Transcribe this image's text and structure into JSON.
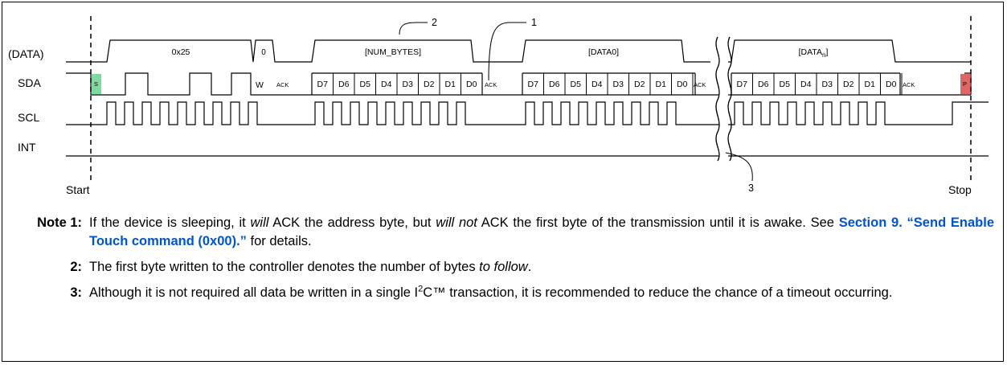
{
  "signals": {
    "data": "(DATA)",
    "sda": "SDA",
    "scl": "SCL",
    "int": "INT"
  },
  "markers": {
    "start": "Start",
    "stop": "Stop",
    "s": "S",
    "p": "P"
  },
  "data_boxes": {
    "address": "0x25",
    "rw_bit": "0",
    "num_bytes": "[NUM_BYTES]",
    "data0": "[DATA0]",
    "datan_base": "[DATA",
    "datan_sub": "n",
    "datan_close": "]"
  },
  "sda_labels": {
    "w": "W",
    "ack": "ACK"
  },
  "bits": [
    "D7",
    "D6",
    "D5",
    "D4",
    "D3",
    "D2",
    "D1",
    "D0"
  ],
  "callouts": {
    "c1": "1",
    "c2": "2",
    "c3": "3"
  },
  "colors": {
    "start_marker": "#7fd9a0",
    "stop_marker": "#e06666",
    "link": "#0055cc"
  },
  "notes": {
    "n1_label": "Note 1:",
    "n1_t1": "If the device is sleeping, it ",
    "n1_em1": "will",
    "n1_t2": " ACK the address byte, but ",
    "n1_em2": "will not",
    "n1_t3": " ACK the first byte of the transmission until it is awake. See ",
    "n1_link": "Section 9. “Send Enable Touch command (0x00).”",
    "n1_t4": " for details.",
    "n2_label": "2:",
    "n2_t1": "The first byte written to the controller denotes the number of bytes ",
    "n2_em": "to follow",
    "n2_t2": ".",
    "n3_label": "3:",
    "n3_t1": "Although it is not required all data be written in a single I",
    "n3_sup": "2",
    "n3_t2": "C™ transaction, it is recommended to reduce the chance of a timeout occurring."
  }
}
